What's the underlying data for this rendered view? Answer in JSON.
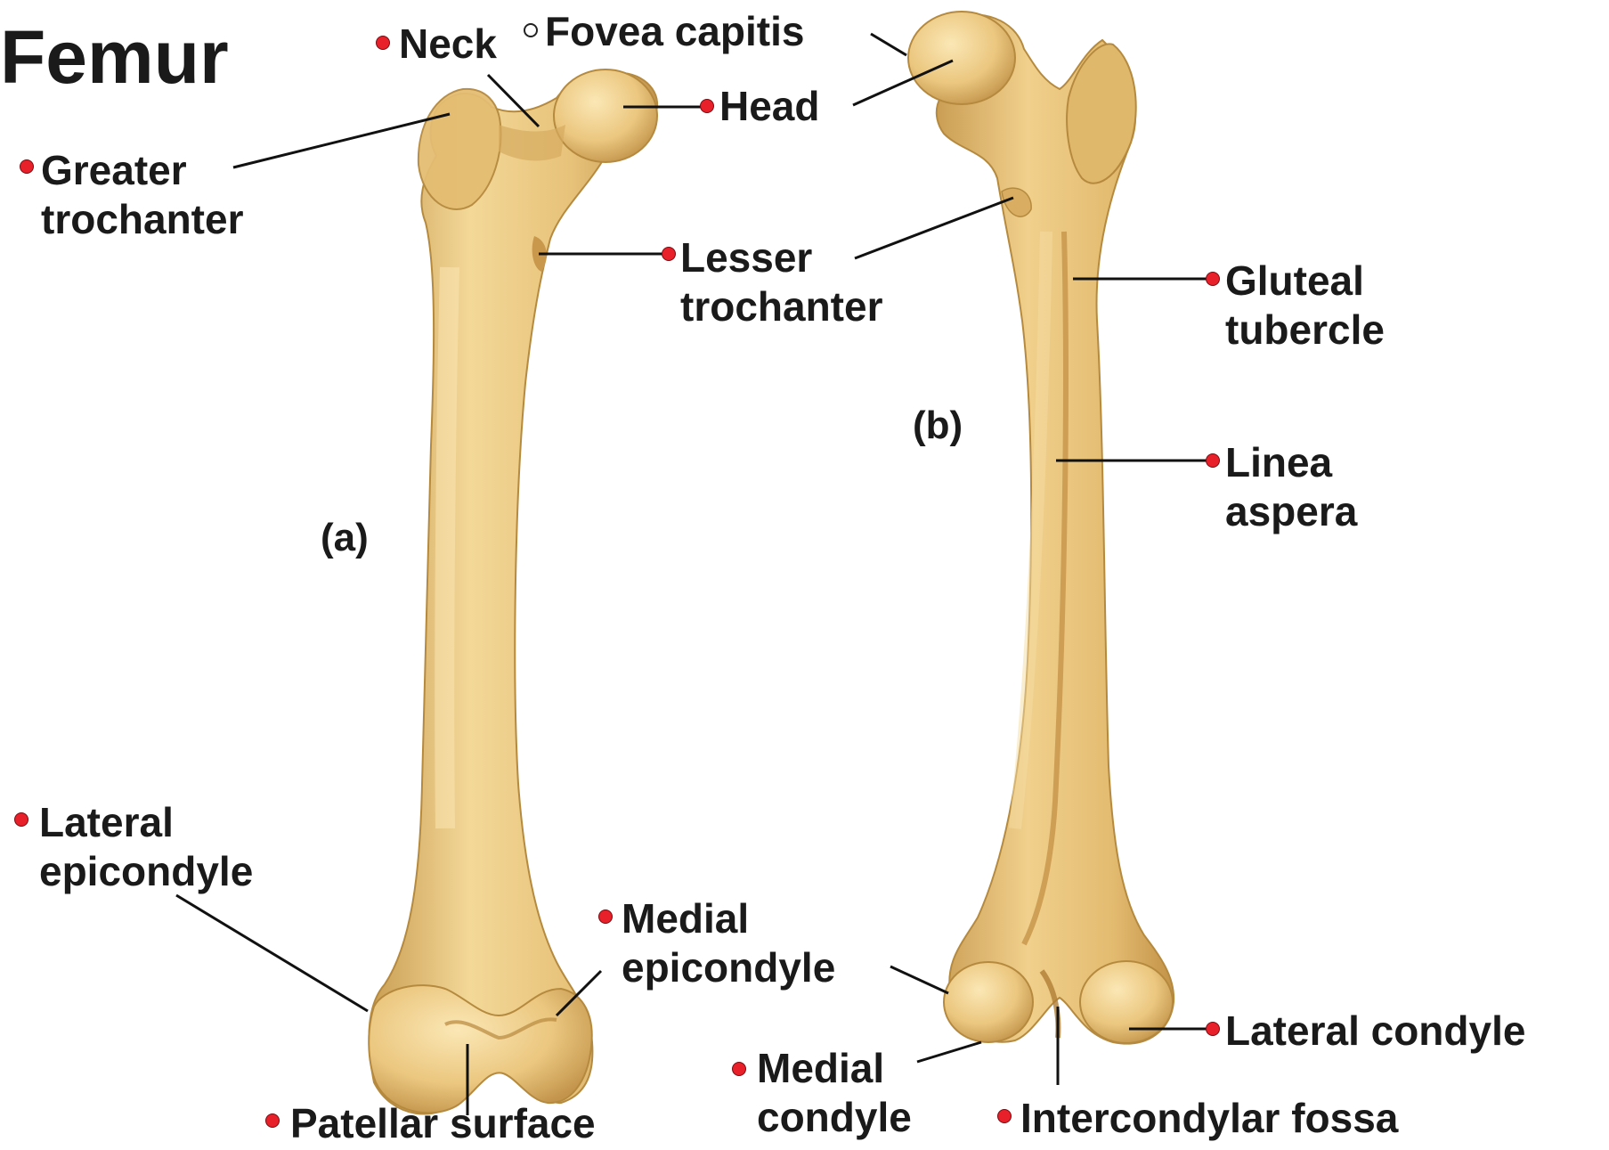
{
  "title": "Femur",
  "panels": {
    "a": "(a)",
    "b": "(b)"
  },
  "labels": {
    "neck": "Neck",
    "fovea_capitis": "Fovea capitis",
    "head": "Head",
    "greater_trochanter": [
      "Greater",
      "trochanter"
    ],
    "lesser_trochanter": [
      "Lesser",
      "trochanter"
    ],
    "gluteal_tubercle": [
      "Gluteal",
      "tubercle"
    ],
    "linea_aspera": [
      "Linea",
      "aspera"
    ],
    "lateral_epicondyle": [
      "Lateral",
      "epicondyle"
    ],
    "medial_epicondyle": [
      "Medial",
      "epicondyle"
    ],
    "lateral_condyle": "Lateral condyle",
    "medial_condyle": [
      "Medial",
      "condyle"
    ],
    "patellar_surface": "Patellar surface",
    "intercondylar_fossa": "Intercondylar fossa"
  },
  "colors": {
    "bone_fill": "#e9c77e",
    "bone_light": "#f6dfa4",
    "bone_shadow": "#c9a055",
    "bone_outline": "#b58a3f",
    "marker_red": "#e8202a",
    "leader_line": "#111111"
  }
}
